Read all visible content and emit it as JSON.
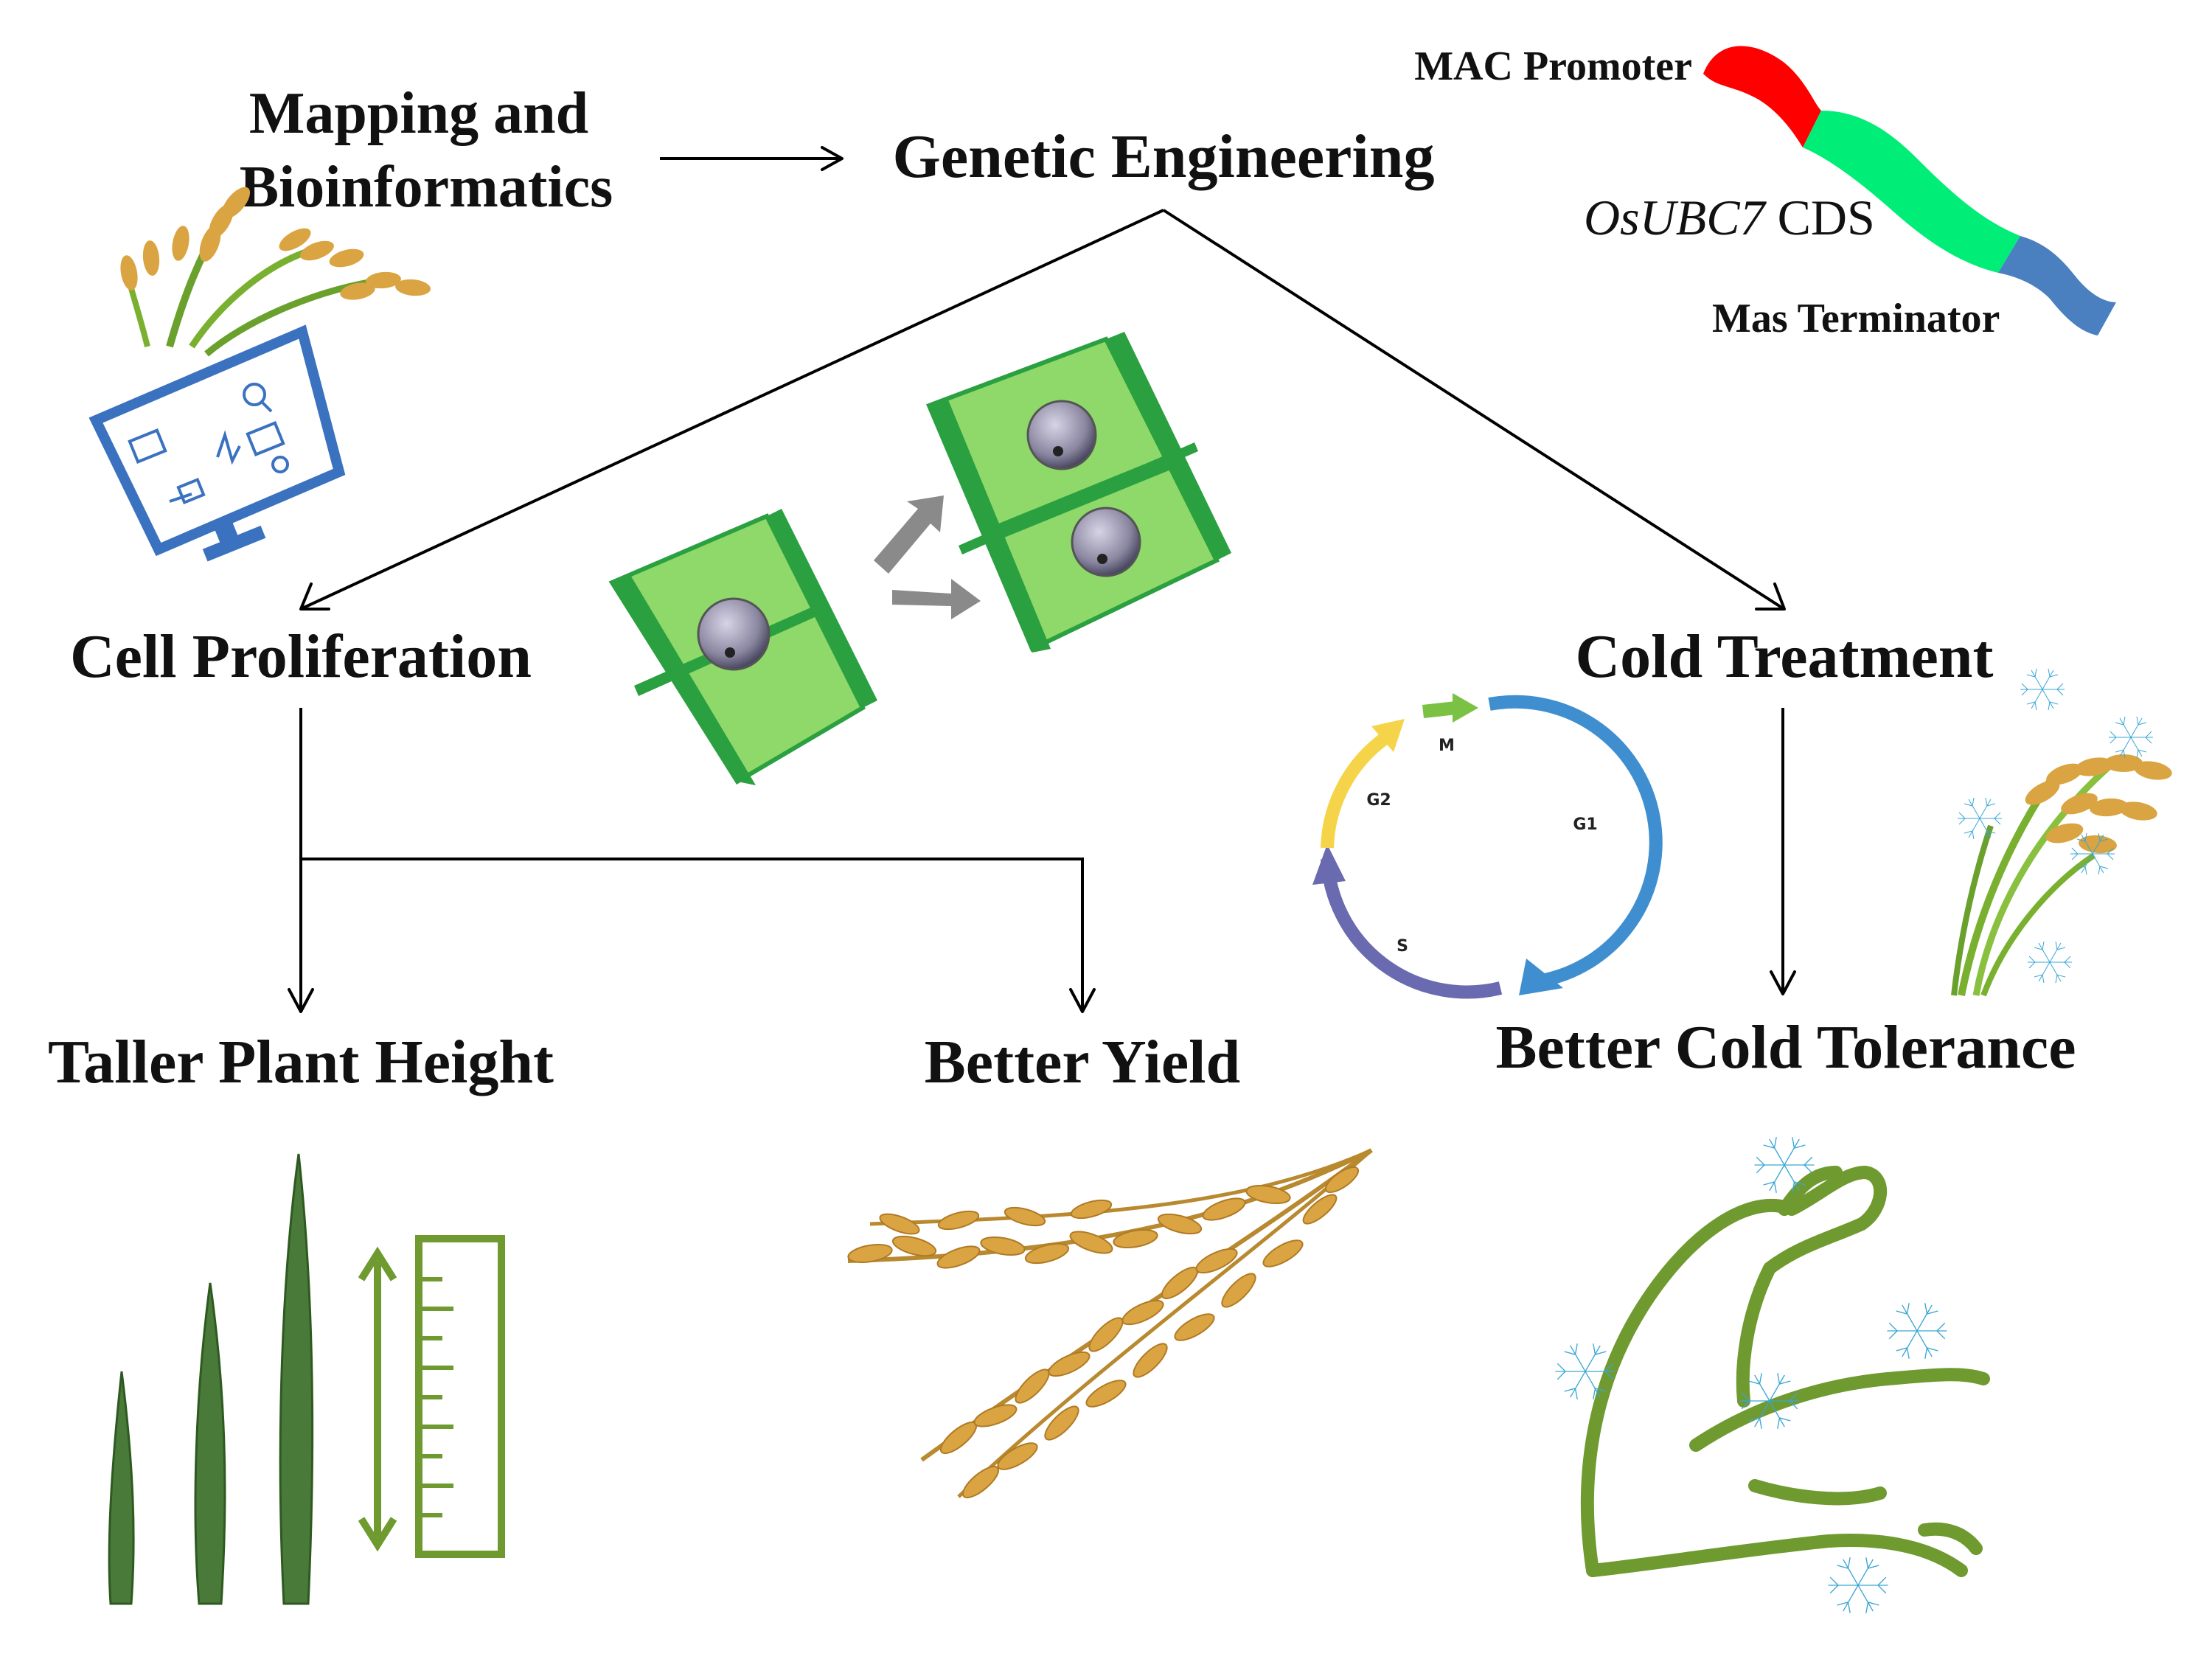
{
  "labels": {
    "mapping_line1": "Mapping and",
    "mapping_line2": "Bioinformatics",
    "genetic_engineering": "Genetic Engineering",
    "cell_proliferation": "Cell Proliferation",
    "cold_treatment": "Cold Treatment",
    "taller_plant_height": "Taller Plant Height",
    "better_yield": "Better Yield",
    "better_cold_tolerance": "Better Cold Tolerance"
  },
  "construct": {
    "promoter": "MAC Promoter",
    "cds_gene": "OsUBC7",
    "cds_suffix": " CDS",
    "terminator": "Mas Terminator"
  },
  "cell_cycle": {
    "phases": [
      "M",
      "G1",
      "S",
      "G2"
    ]
  },
  "colors": {
    "promoter": "#ff0000",
    "cds": "#00ee77",
    "terminator": "#4a7fc0",
    "cell_green": "#8fd86a",
    "cell_wall": "#2aa040",
    "plant_green": "#6f9a30",
    "snowflake": "#3aa6d4",
    "grain": "#d9a441",
    "phase_m": "#7bc143",
    "phase_g1": "#3f8fd0",
    "phase_s": "#6a6ab0",
    "phase_g2": "#f5d44a"
  }
}
